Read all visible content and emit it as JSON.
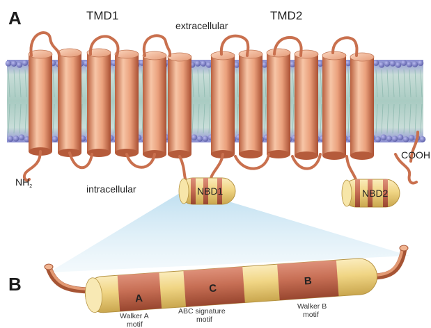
{
  "panel_a": {
    "letter": "A",
    "tmd1": "TMD1",
    "tmd2": "TMD2",
    "extracellular": "extracellular",
    "intracellular": "intracellular",
    "n_terminus": "NH",
    "n_terminus_sub": "2",
    "c_terminus": "COOH",
    "nbd1": "NBD1",
    "nbd2": "NBD2"
  },
  "panel_b": {
    "letter": "B",
    "segments": [
      {
        "letter": "A",
        "caption_line1": "Walker A",
        "caption_line2": "motif"
      },
      {
        "letter": "C",
        "caption_line1": "ABC signature",
        "caption_line2": "motif"
      },
      {
        "letter": "B",
        "caption_line1": "Walker B",
        "caption_line2": "motif"
      }
    ]
  },
  "colors": {
    "helix_light": "#f2b89a",
    "helix_dark": "#d07a5a",
    "loop": "#c9704e",
    "lipid_head": "#7d7fc9",
    "lipid_tail": "#b9d6cf",
    "nbd_yellow": "#f3dc8e",
    "nbd_band": "#c76f55",
    "cone": "#cde6f4"
  }
}
